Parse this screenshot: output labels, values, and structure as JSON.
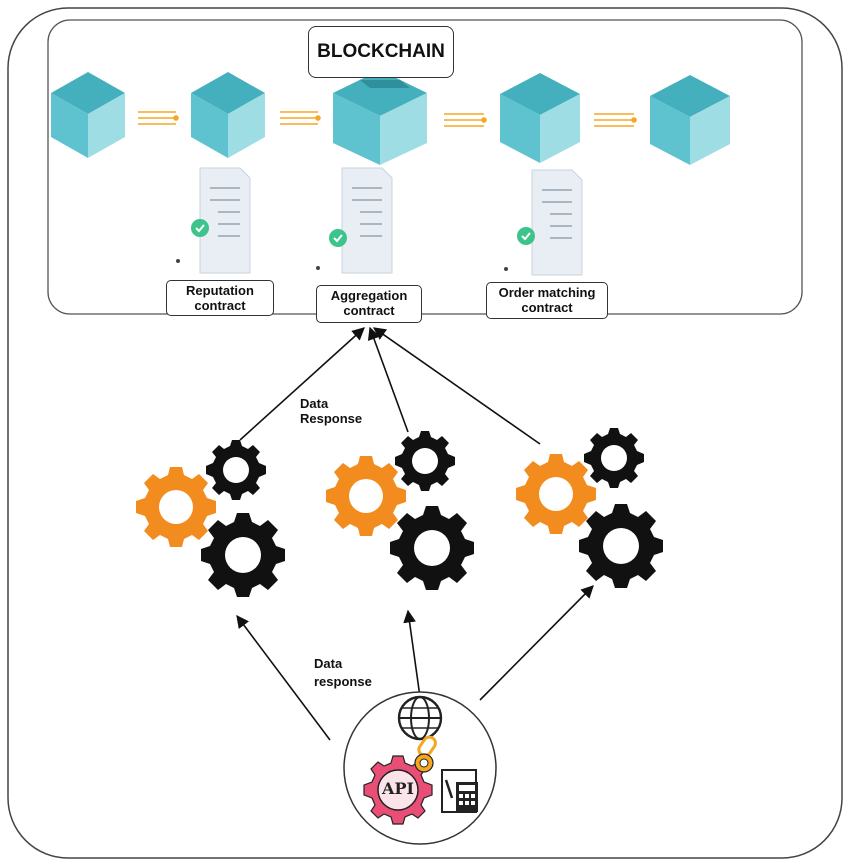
{
  "title": "BLOCKCHAIN",
  "contracts": [
    {
      "label_line1": "Reputation",
      "label_line2": "contract"
    },
    {
      "label_line1": "Aggregation",
      "label_line2": "contract"
    },
    {
      "label_line1": "Order matching",
      "label_line2": "contract"
    }
  ],
  "edge_labels": {
    "upper_line1": "Data",
    "upper_line2": "Response",
    "lower_line1": "Data",
    "lower_line2": "response"
  },
  "api_label": "API",
  "colors": {
    "cube_top": "#45b0bd",
    "cube_left": "#5ec3cf",
    "cube_right": "#9fdde4",
    "gear_orange": "#f28c1e",
    "gear_black": "#111111",
    "api_gear": "#e94e77",
    "chain_link": "#f5a623"
  }
}
